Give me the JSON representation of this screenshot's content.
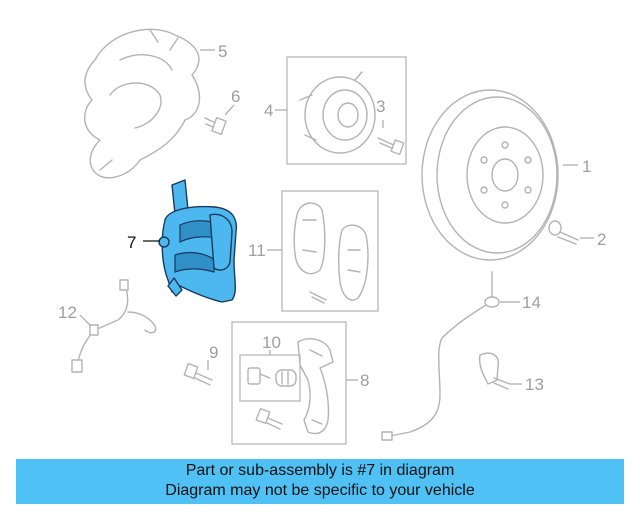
{
  "callouts": {
    "c1": "1",
    "c2": "2",
    "c3": "3",
    "c4": "4",
    "c5": "5",
    "c6": "6",
    "c7": "7",
    "c8": "8",
    "c9": "9",
    "c10": "10",
    "c11": "11",
    "c12": "12",
    "c13": "13",
    "c14": "14"
  },
  "highlighted_part": "7",
  "colors": {
    "highlight": "#4db8f0",
    "banner": "#4fc1f5",
    "line_art": "#b3b3b3"
  },
  "banner": {
    "line1": "Part or sub-assembly is #7 in diagram",
    "line2": "Diagram may not be specific to your vehicle"
  }
}
